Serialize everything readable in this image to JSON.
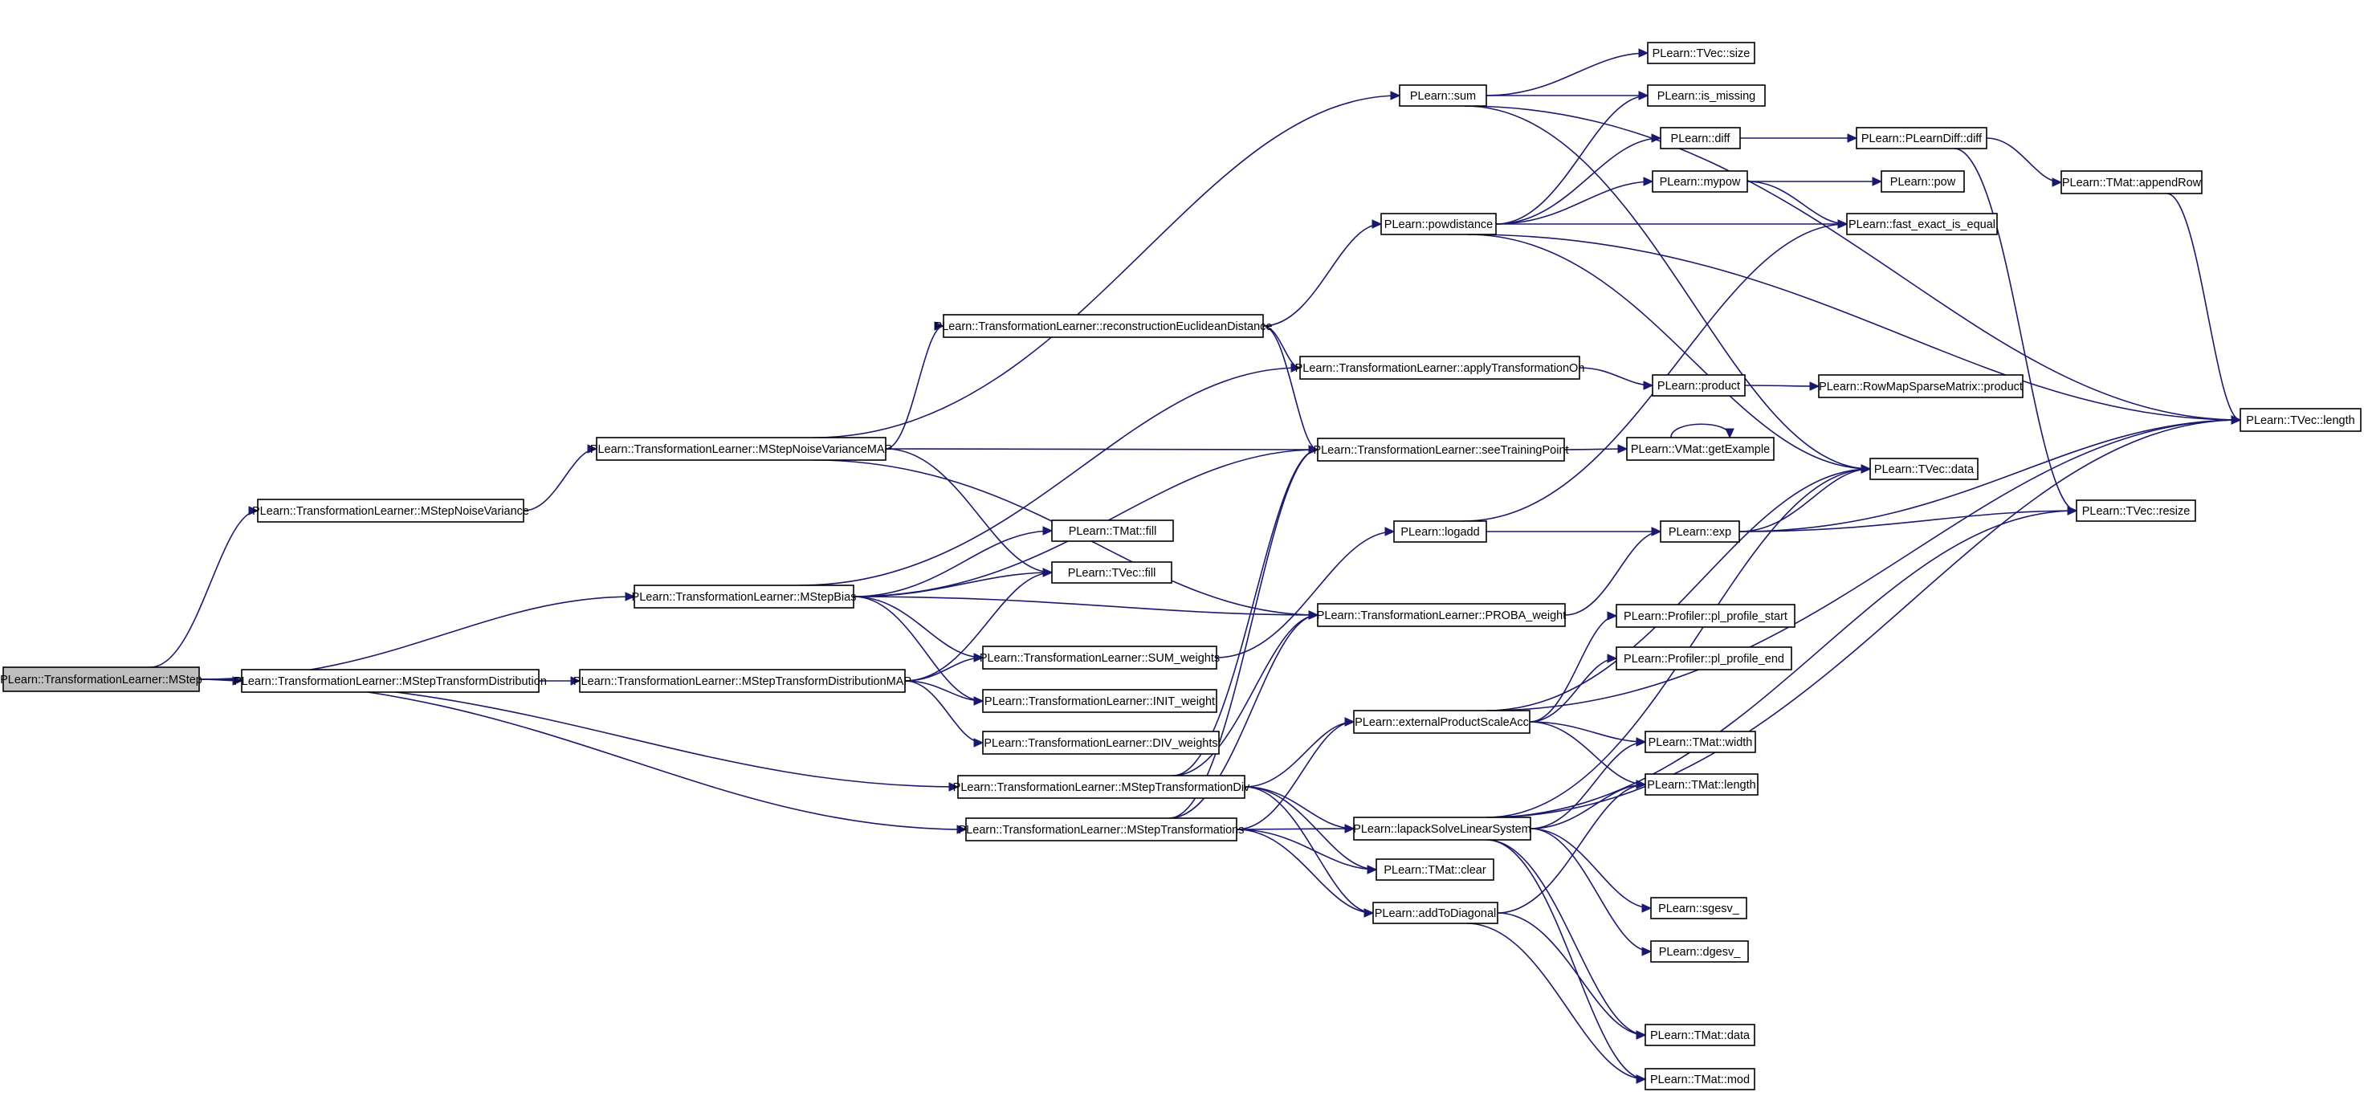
{
  "colors": {
    "edge": "#191970",
    "node_border": "#000000",
    "node_fill": "#ffffff",
    "root_fill": "#bfbfbf"
  },
  "nodes": [
    {
      "id": "mstep",
      "label": "PLearn::TransformationLearner::MStep",
      "root": true
    },
    {
      "id": "mstepnv",
      "label": "PLearn::TransformationLearner::MStepNoiseVariance"
    },
    {
      "id": "mstepnvmap",
      "label": "PLearn::TransformationLearner::MStepNoiseVarianceMAP"
    },
    {
      "id": "mstepbias",
      "label": "PLearn::TransformationLearner::MStepBias"
    },
    {
      "id": "msteptd",
      "label": "PLearn::TransformationLearner::MStepTransformDistribution"
    },
    {
      "id": "msteptdmap",
      "label": "PLearn::TransformationLearner::MStepTransformDistributionMAP"
    },
    {
      "id": "msteptdiv",
      "label": "PLearn::TransformationLearner::MStepTransformationDiv"
    },
    {
      "id": "mstept",
      "label": "PLearn::TransformationLearner::MStepTransformations"
    },
    {
      "id": "sum",
      "label": "PLearn::sum"
    },
    {
      "id": "recon",
      "label": "PLearn::TransformationLearner::reconstructionEuclideanDistance"
    },
    {
      "id": "powdist",
      "label": "PLearn::powdistance"
    },
    {
      "id": "applyT",
      "label": "PLearn::TransformationLearner::applyTransformationOn"
    },
    {
      "id": "seeTP",
      "label": "PLearn::TransformationLearner::seeTrainingPoint"
    },
    {
      "id": "tmatfill",
      "label": "PLearn::TMat::fill"
    },
    {
      "id": "tvecfill",
      "label": "PLearn::TVec::fill"
    },
    {
      "id": "logadd",
      "label": "PLearn::logadd"
    },
    {
      "id": "proba",
      "label": "PLearn::TransformationLearner::PROBA_weight"
    },
    {
      "id": "sumw",
      "label": "PLearn::TransformationLearner::SUM_weights"
    },
    {
      "id": "initw",
      "label": "PLearn::TransformationLearner::INIT_weight"
    },
    {
      "id": "divw",
      "label": "PLearn::TransformationLearner::DIV_weights"
    },
    {
      "id": "extprod",
      "label": "PLearn::externalProductScaleAcc"
    },
    {
      "id": "lapack",
      "label": "PLearn::lapackSolveLinearSystem"
    },
    {
      "id": "tmatclear",
      "label": "PLearn::TMat::clear"
    },
    {
      "id": "addtodiag",
      "label": "PLearn::addToDiagonal"
    },
    {
      "id": "tvecsize",
      "label": "PLearn::TVec::size"
    },
    {
      "id": "ismissing",
      "label": "PLearn::is_missing"
    },
    {
      "id": "diff",
      "label": "PLearn::diff"
    },
    {
      "id": "mypow",
      "label": "PLearn::mypow"
    },
    {
      "id": "product",
      "label": "PLearn::product"
    },
    {
      "id": "getex",
      "label": "PLearn::VMat::getExample"
    },
    {
      "id": "exp",
      "label": "PLearn::exp"
    },
    {
      "id": "ppstart",
      "label": "PLearn::Profiler::pl_profile_start"
    },
    {
      "id": "ppend",
      "label": "PLearn::Profiler::pl_profile_end"
    },
    {
      "id": "tmatwidth",
      "label": "PLearn::TMat::width"
    },
    {
      "id": "tmatlength",
      "label": "PLearn::TMat::length"
    },
    {
      "id": "sgesv",
      "label": "PLearn::sgesv_"
    },
    {
      "id": "dgesv",
      "label": "PLearn::dgesv_"
    },
    {
      "id": "tmatdata",
      "label": "PLearn::TMat::data"
    },
    {
      "id": "tmatmod",
      "label": "PLearn::TMat::mod"
    },
    {
      "id": "pldiff",
      "label": "PLearn::PLearnDiff::diff"
    },
    {
      "id": "pow",
      "label": "PLearn::pow"
    },
    {
      "id": "feie",
      "label": "PLearn::fast_exact_is_equal"
    },
    {
      "id": "rmsp",
      "label": "PLearn::RowMapSparseMatrix::product"
    },
    {
      "id": "tvecdata",
      "label": "PLearn::TVec::data"
    },
    {
      "id": "appendrow",
      "label": "PLearn::TMat::appendRow"
    },
    {
      "id": "tvecresize",
      "label": "PLearn::TVec::resize"
    },
    {
      "id": "tveclength",
      "label": "PLearn::TVec::length"
    }
  ],
  "edges": [
    [
      "mstep",
      "mstepnv"
    ],
    [
      "mstep",
      "mstepbias"
    ],
    [
      "mstep",
      "msteptd"
    ],
    [
      "mstep",
      "msteptdiv"
    ],
    [
      "mstep",
      "mstept"
    ],
    [
      "mstepnv",
      "mstepnvmap"
    ],
    [
      "mstepnvmap",
      "sum"
    ],
    [
      "mstepnvmap",
      "recon"
    ],
    [
      "mstepnvmap",
      "seeTP"
    ],
    [
      "mstepnvmap",
      "tvecfill"
    ],
    [
      "mstepnvmap",
      "proba"
    ],
    [
      "mstepbias",
      "applyT"
    ],
    [
      "mstepbias",
      "seeTP"
    ],
    [
      "mstepbias",
      "tmatfill"
    ],
    [
      "mstepbias",
      "tvecfill"
    ],
    [
      "mstepbias",
      "proba"
    ],
    [
      "mstepbias",
      "sumw"
    ],
    [
      "mstepbias",
      "initw"
    ],
    [
      "msteptd",
      "msteptdmap"
    ],
    [
      "msteptdmap",
      "tvecfill"
    ],
    [
      "msteptdmap",
      "sumw"
    ],
    [
      "msteptdmap",
      "initw"
    ],
    [
      "msteptdmap",
      "divw"
    ],
    [
      "msteptdiv",
      "seeTP"
    ],
    [
      "msteptdiv",
      "proba"
    ],
    [
      "msteptdiv",
      "extprod"
    ],
    [
      "msteptdiv",
      "lapack"
    ],
    [
      "msteptdiv",
      "tmatclear"
    ],
    [
      "msteptdiv",
      "addtodiag"
    ],
    [
      "mstept",
      "seeTP"
    ],
    [
      "mstept",
      "proba"
    ],
    [
      "mstept",
      "extprod"
    ],
    [
      "mstept",
      "lapack"
    ],
    [
      "mstept",
      "tmatclear"
    ],
    [
      "mstept",
      "addtodiag"
    ],
    [
      "sum",
      "tvecsize"
    ],
    [
      "sum",
      "ismissing"
    ],
    [
      "sum",
      "tveclength"
    ],
    [
      "sum",
      "tvecdata"
    ],
    [
      "recon",
      "powdist"
    ],
    [
      "recon",
      "applyT"
    ],
    [
      "recon",
      "seeTP"
    ],
    [
      "powdist",
      "ismissing"
    ],
    [
      "powdist",
      "diff"
    ],
    [
      "powdist",
      "mypow"
    ],
    [
      "powdist",
      "feie"
    ],
    [
      "powdist",
      "tveclength"
    ],
    [
      "powdist",
      "tvecdata"
    ],
    [
      "applyT",
      "product"
    ],
    [
      "seeTP",
      "getex"
    ],
    [
      "getex",
      "getex"
    ],
    [
      "sumw",
      "logadd"
    ],
    [
      "logadd",
      "exp"
    ],
    [
      "logadd",
      "feie"
    ],
    [
      "proba",
      "exp"
    ],
    [
      "exp",
      "tvecdata"
    ],
    [
      "exp",
      "tvecresize"
    ],
    [
      "exp",
      "tveclength"
    ],
    [
      "diff",
      "pldiff"
    ],
    [
      "pldiff",
      "appendrow"
    ],
    [
      "pldiff",
      "tvecresize"
    ],
    [
      "mypow",
      "pow"
    ],
    [
      "mypow",
      "feie"
    ],
    [
      "product",
      "rmsp"
    ],
    [
      "appendrow",
      "tveclength"
    ],
    [
      "extprod",
      "ppstart"
    ],
    [
      "extprod",
      "ppend"
    ],
    [
      "extprod",
      "tmatwidth"
    ],
    [
      "extprod",
      "tmatlength"
    ],
    [
      "extprod",
      "tvecdata"
    ],
    [
      "extprod",
      "tveclength"
    ],
    [
      "lapack",
      "tmatwidth"
    ],
    [
      "lapack",
      "tmatlength"
    ],
    [
      "lapack",
      "tvecdata"
    ],
    [
      "lapack",
      "tvecresize"
    ],
    [
      "lapack",
      "sgesv"
    ],
    [
      "lapack",
      "dgesv"
    ],
    [
      "lapack",
      "tmatdata"
    ],
    [
      "lapack",
      "tmatmod"
    ],
    [
      "lapack",
      "tveclength"
    ],
    [
      "addtodiag",
      "tmatlength"
    ],
    [
      "addtodiag",
      "tmatdata"
    ],
    [
      "addtodiag",
      "tmatmod"
    ]
  ]
}
